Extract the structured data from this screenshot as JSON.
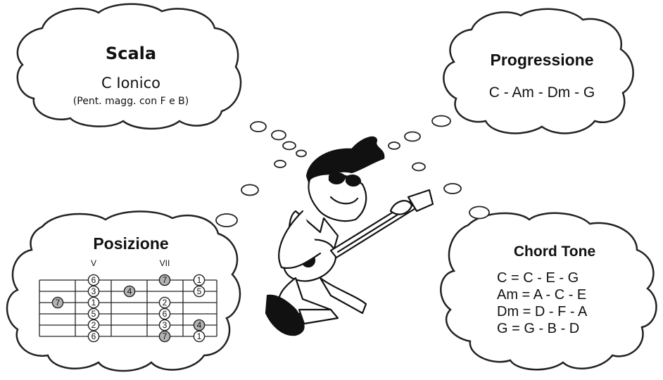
{
  "scala": {
    "title": "Scala",
    "name": "C Ionico",
    "note": "(Pent. magg. con F e B)"
  },
  "progressione": {
    "title": "Progressione",
    "chords": "C - Am - Dm - G"
  },
  "posizione": {
    "title": "Posizione",
    "fret_labels": [
      "V",
      "VII"
    ],
    "notes": [
      {
        "string": 1,
        "fret": 5,
        "degree": "6",
        "shaded": false
      },
      {
        "string": 2,
        "fret": 5,
        "degree": "3",
        "shaded": false
      },
      {
        "string": 3,
        "fret": 5,
        "degree": "1",
        "shaded": false
      },
      {
        "string": 4,
        "fret": 5,
        "degree": "5",
        "shaded": false
      },
      {
        "string": 5,
        "fret": 5,
        "degree": "2",
        "shaded": false
      },
      {
        "string": 6,
        "fret": 5,
        "degree": "6",
        "shaded": false
      },
      {
        "string": 3,
        "fret": 4,
        "degree": "7",
        "shaded": true
      },
      {
        "string": 2,
        "fret": 6,
        "degree": "4",
        "shaded": true
      },
      {
        "string": 1,
        "fret": 7,
        "degree": "7",
        "shaded": true
      },
      {
        "string": 3,
        "fret": 7,
        "degree": "2",
        "shaded": false
      },
      {
        "string": 4,
        "fret": 7,
        "degree": "6",
        "shaded": false
      },
      {
        "string": 5,
        "fret": 7,
        "degree": "3",
        "shaded": false
      },
      {
        "string": 6,
        "fret": 7,
        "degree": "7",
        "shaded": true
      },
      {
        "string": 1,
        "fret": 8,
        "degree": "1",
        "shaded": false
      },
      {
        "string": 2,
        "fret": 8,
        "degree": "5",
        "shaded": false
      },
      {
        "string": 5,
        "fret": 8,
        "degree": "4",
        "shaded": true
      },
      {
        "string": 6,
        "fret": 8,
        "degree": "1",
        "shaded": false
      }
    ]
  },
  "chord_tone": {
    "title": "Chord Tone",
    "lines": [
      "C = C - E - G",
      "Am = A - C - E",
      "Dm = D - F - A",
      "G = G - B - D"
    ]
  },
  "colors": {
    "outline": "#222222",
    "shaded": "#b3b3b3",
    "background": "#ffffff"
  }
}
